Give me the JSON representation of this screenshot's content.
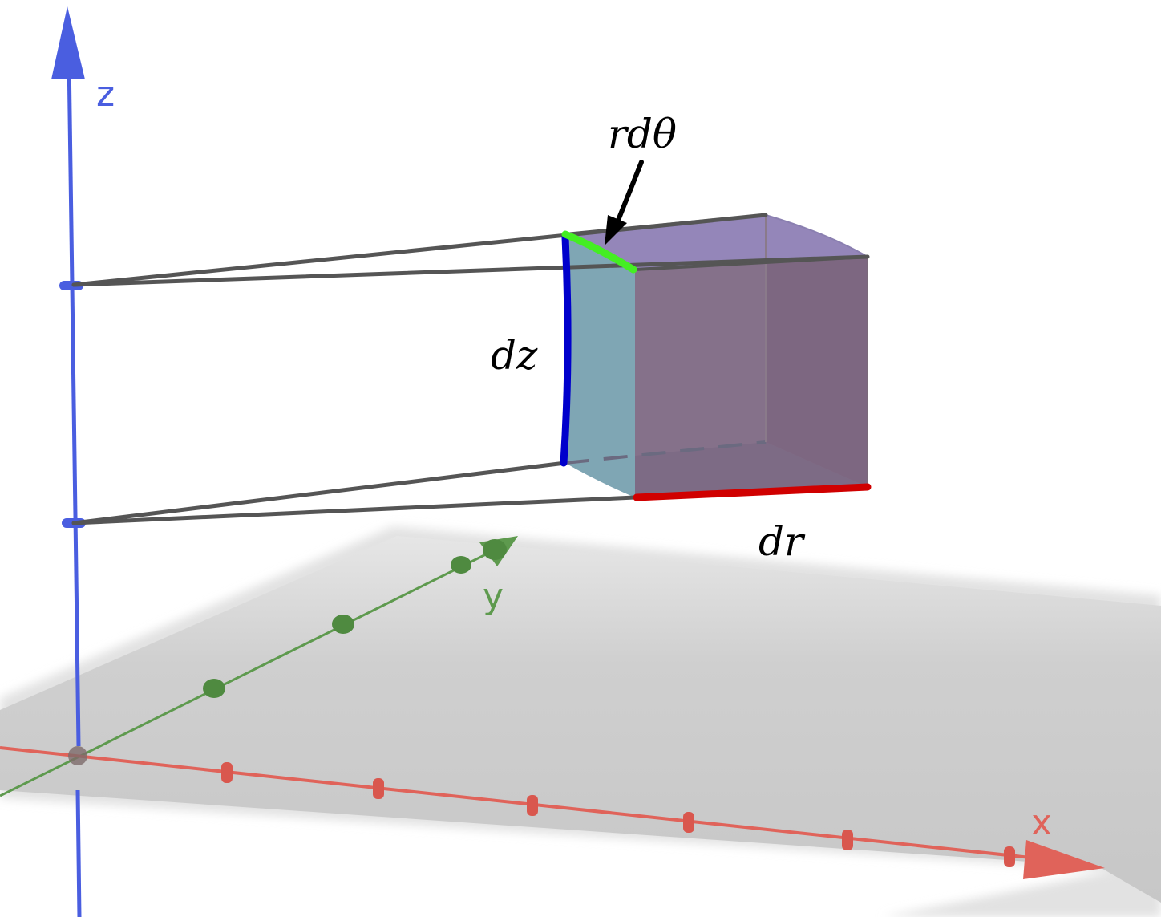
{
  "axes": {
    "x": {
      "label": "x",
      "color": "#e0635a"
    },
    "y": {
      "label": "y",
      "color": "#5e9a4e"
    },
    "z": {
      "label": "z",
      "color": "#4a5ee0"
    }
  },
  "labels": {
    "r_dtheta": "rdθ",
    "dz": "dz",
    "dr": "dr"
  },
  "colors": {
    "dz_edge": "#0000cc",
    "dr_edge": "#d00000",
    "r_dtheta_edge": "#44ee22",
    "element_edges": "#555555",
    "plane": "#c8c8c8"
  }
}
